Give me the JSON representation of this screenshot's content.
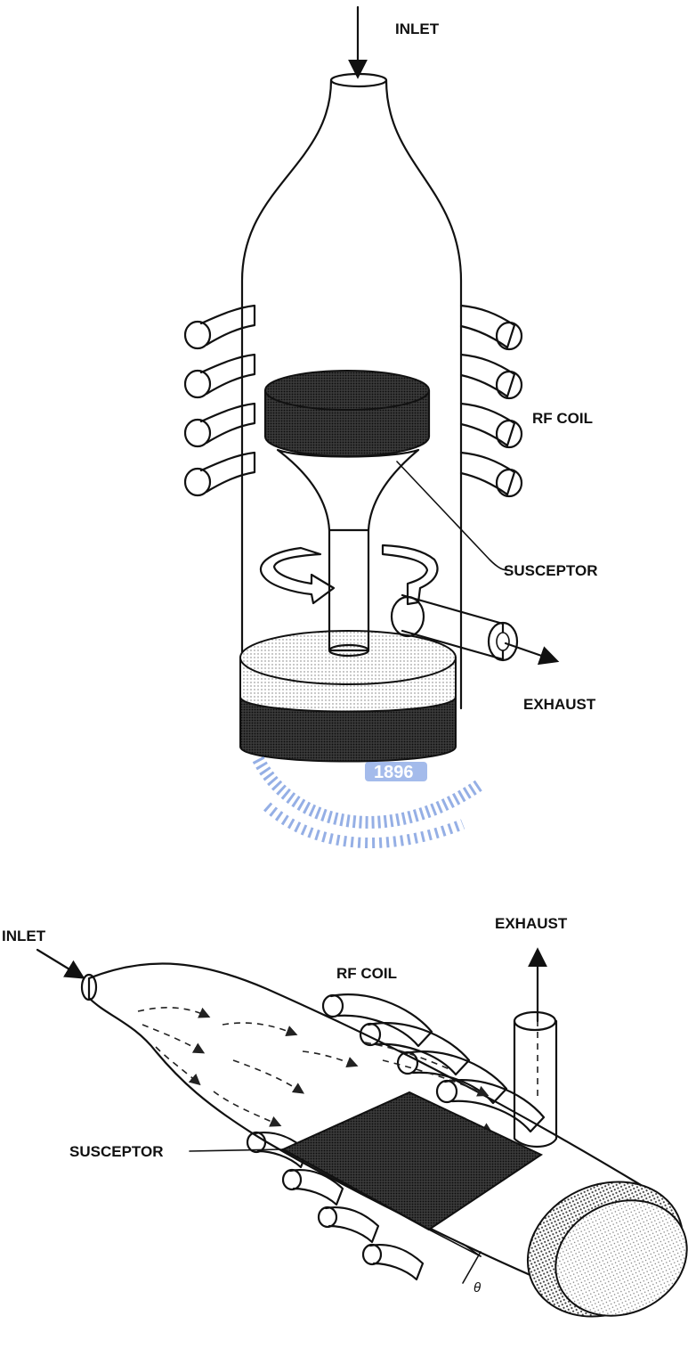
{
  "colors": {
    "ink": "#111111",
    "dark_fill": "#2b2b2b",
    "mid_fill": "#8a8a8a",
    "light_fill": "#d6d6d6",
    "watermark": "#3f6fd0"
  },
  "top_figure": {
    "inlet_label": "INLET",
    "rf_coil_label": "RF COIL",
    "susceptor_label": "SUSCEPTOR",
    "exhaust_label": "EXHAUST"
  },
  "watermark": {
    "year": "1896"
  },
  "bottom_figure": {
    "inlet_label": "INLET",
    "rf_coil_label": "RF COIL",
    "exhaust_label": "EXHAUST",
    "susceptor_label": "SUSCEPTOR",
    "angle_label": "θ"
  }
}
